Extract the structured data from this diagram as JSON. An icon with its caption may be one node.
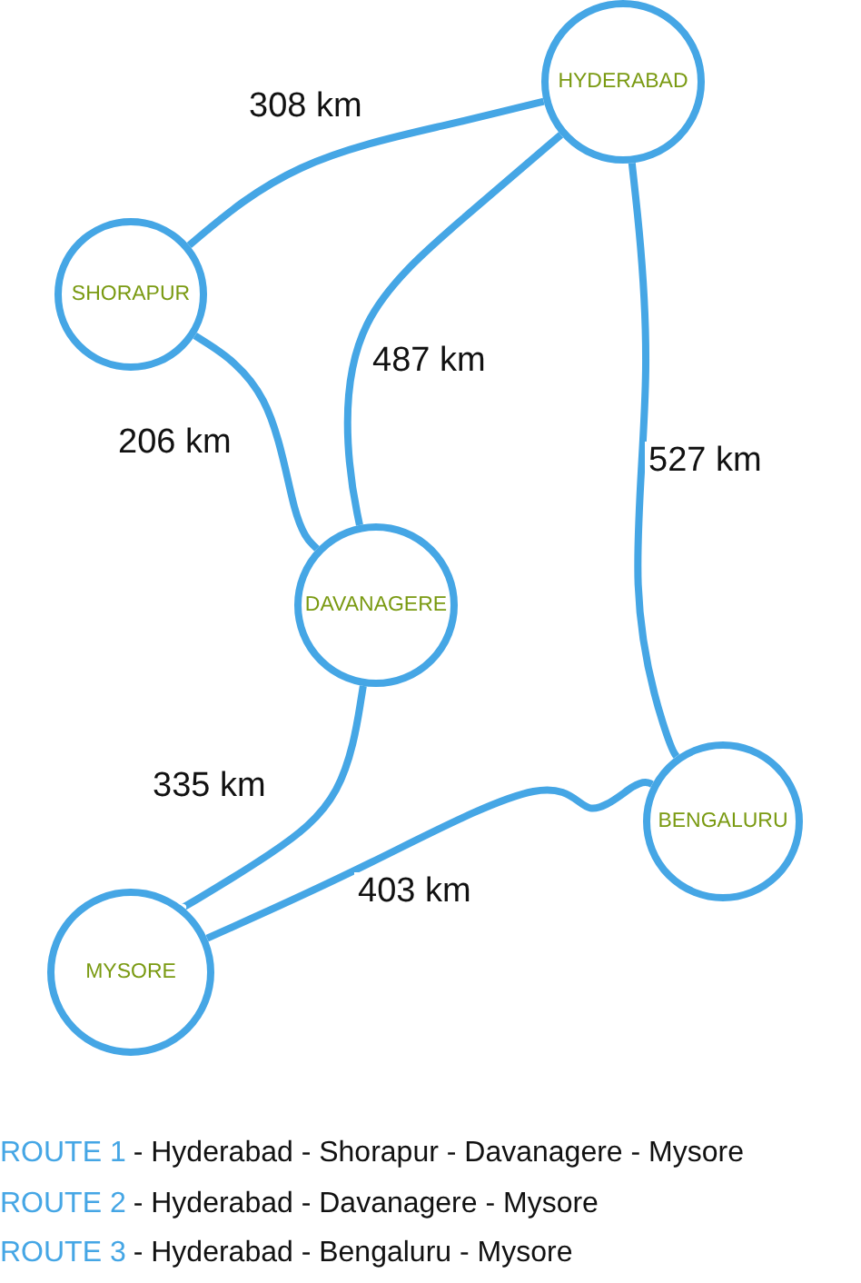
{
  "diagram": {
    "nodes": [
      {
        "text": [
          "HYDERABAD"
        ]
      },
      {
        "text": [
          "SHORAPUR"
        ]
      },
      {
        "text": [
          "DAVANAGERE"
        ]
      },
      {
        "text": [
          "BENGALURU"
        ]
      },
      {
        "text": [
          "MYSORE"
        ]
      }
    ],
    "edges": [
      {
        "from": 0,
        "to": 1,
        "arrow": "none",
        "label": "308 km"
      },
      {
        "from": 1,
        "to": 2,
        "arrow": "none",
        "label": "206 km"
      },
      {
        "from": 0,
        "to": 2,
        "arrow": "none",
        "label": "487 km"
      },
      {
        "from": 0,
        "to": 3,
        "arrow": "none",
        "label": "527 km"
      },
      {
        "from": 2,
        "to": 4,
        "arrow": "none",
        "label": "335 km"
      },
      {
        "from": 4,
        "to": 3,
        "arrow": "none",
        "label": "403 km"
      }
    ],
    "labels": [
      "ROUTE 1",
      "- Hyderabad - Shorapur - Davanagere - Mysore",
      "ROUTE 2",
      "- Hyderabad - Davanagere - Mysore",
      "ROUTE 3",
      "- Hyderabad - Bengaluru - Mysore"
    ]
  }
}
